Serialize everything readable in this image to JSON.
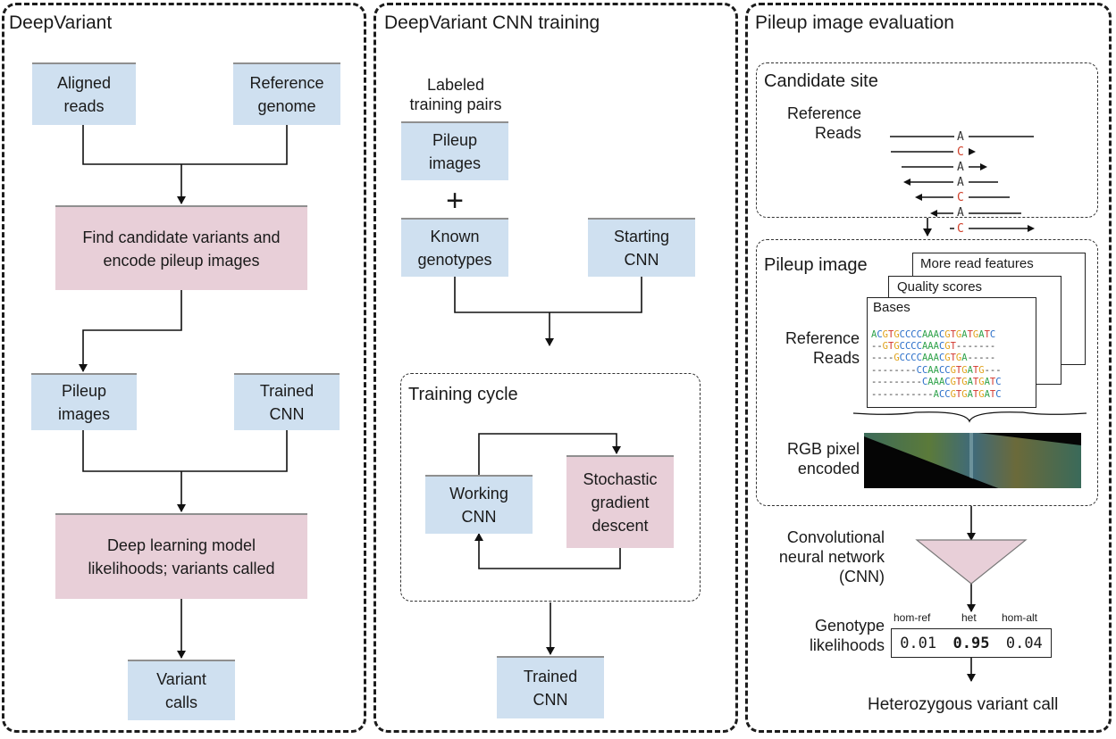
{
  "panels": {
    "deepvariant": {
      "title": "DeepVariant",
      "aligned_reads": "Aligned\nreads",
      "reference_genome": "Reference\ngenome",
      "find_candidates": "Find candidate variants and\nencode pileup images",
      "pileup_images": "Pileup\nimages",
      "trained_cnn": "Trained\nCNN",
      "deep_learning": "Deep learning model\nlikelihoods; variants called",
      "variant_calls": "Variant\ncalls"
    },
    "training": {
      "title": "DeepVariant CNN training",
      "labeled_pairs": "Labeled\ntraining pairs",
      "pileup_images": "Pileup\nimages",
      "plus": "+",
      "known_genotypes": "Known\ngenotypes",
      "starting_cnn": "Starting\nCNN",
      "cycle_title": "Training cycle",
      "working_cnn": "Working\nCNN",
      "sgd": "Stochastic\ngradient\ndescent",
      "trained_cnn": "Trained\nCNN"
    },
    "evaluation": {
      "title": "Pileup image evaluation",
      "candidate_site": "Candidate site",
      "reference_reads_label": "Reference\nReads",
      "read_bases": [
        "A",
        "C",
        "A",
        "A",
        "C",
        "A",
        "C"
      ],
      "pileup_image": "Pileup image",
      "more_features": "More read features",
      "quality_scores": "Quality scores",
      "bases": "Bases",
      "pileup_reference_reads_label": "Reference\nReads",
      "sequences": [
        "ACGTGCCCCAAACGTGATGATC",
        "--GTGCCCCAAACGT-------",
        "----GCCCCAAACGTGA-----",
        "--------CCAACCGTGATG---",
        "---------CAAACGTGATGATC",
        "-----------ACCGTGATGATC"
      ],
      "rgb_label": "RGB pixel\nencoded",
      "cnn_label": "Convolutional\nneural network\n(CNN)",
      "genotype_label": "Genotype\nlikelihoods",
      "gl_headers": [
        "hom-ref",
        "het",
        "hom-alt"
      ],
      "gl_values": [
        "0.01",
        "0.95",
        "0.04"
      ],
      "call": "Heterozygous variant call"
    }
  },
  "colors": {
    "blue_box": "#cfe0f0",
    "pink_box": "#e8cfd8",
    "base_A": "#2fa24a",
    "base_C": "#2a6fc9",
    "base_G": "#e0a21b",
    "base_T": "#d2352b",
    "variant_base": "#d0402a"
  }
}
